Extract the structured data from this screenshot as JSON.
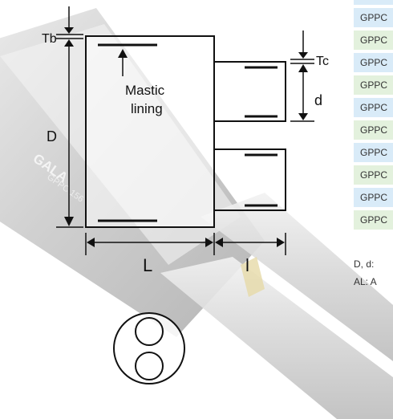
{
  "diagram": {
    "labels": {
      "tb": "Tb",
      "tc": "Tc",
      "d_upper": "D",
      "d_lower": "d",
      "mastic_line1": "Mastic",
      "mastic_line2": "lining",
      "length_L": "L",
      "length_l": "l"
    }
  },
  "background_photo": {
    "brand_text": "GALA",
    "model_text": "GPPC 156"
  },
  "table": {
    "rows": [
      "GPPC",
      "GPPC",
      "GPPC",
      "GPPC",
      "GPPC",
      "GPPC",
      "GPPC",
      "GPPC",
      "GPPC",
      "GPPC"
    ]
  },
  "notes": {
    "line1": "D, d:",
    "line2": "AL: A"
  },
  "colors": {
    "line": "#111111",
    "table_blue": "#d9ebf8",
    "table_green": "#e3f1dd"
  }
}
